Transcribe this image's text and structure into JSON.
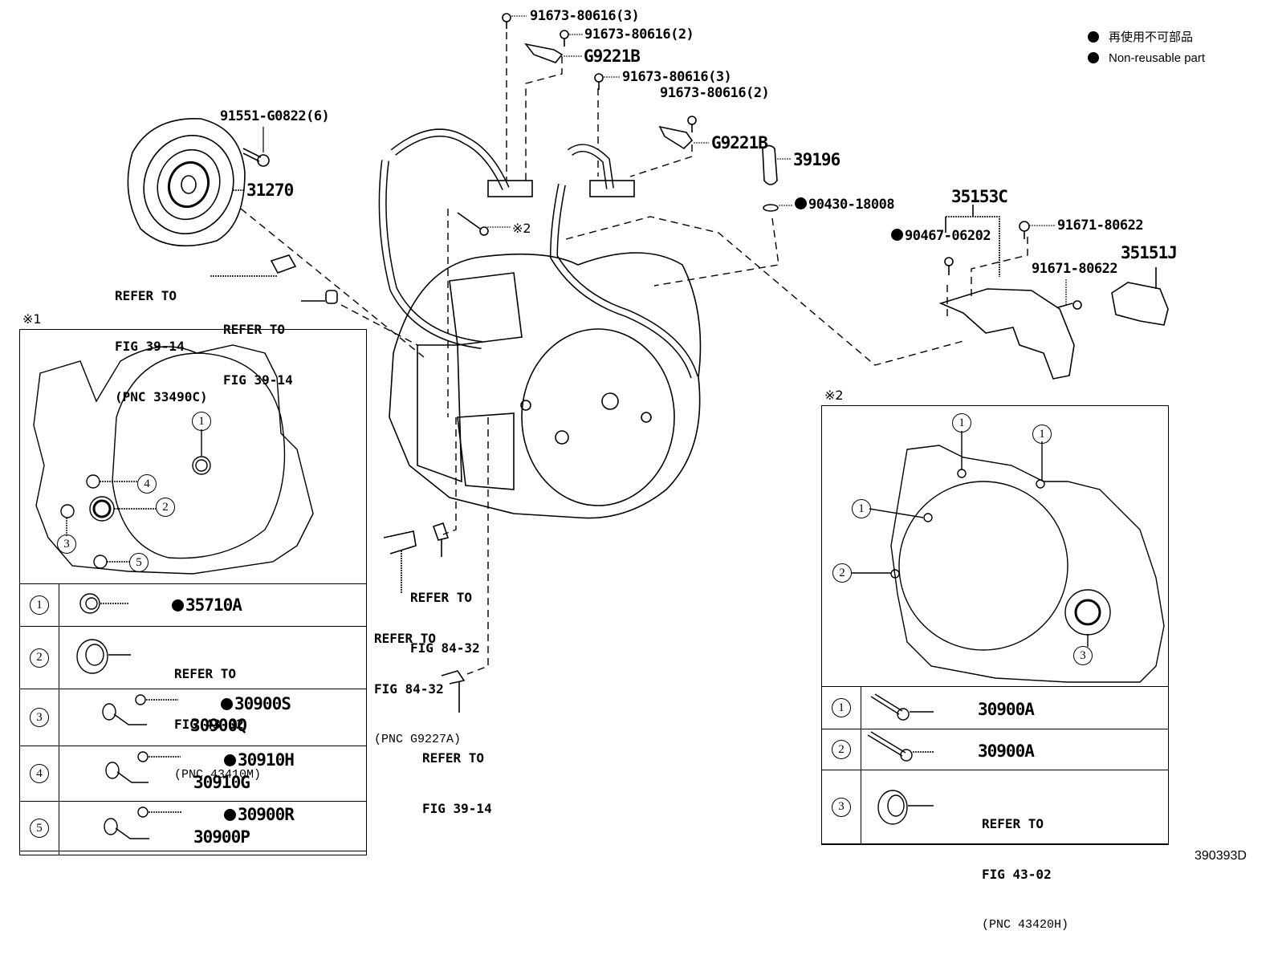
{
  "figure_code": "390393D",
  "legend": {
    "items": [
      {
        "icon": "filled-circle-icon",
        "text": "再使用不可部品"
      },
      {
        "icon": "filled-circle-icon",
        "text": "Non-reusable part"
      }
    ]
  },
  "callouts": {
    "bolt_top_1": "91673-80616(3)",
    "bolt_top_2": "91673-80616(2)",
    "bracket_1": "G9221B",
    "bolt_mid_1": "91673-80616(3)",
    "bolt_mid_2": "91673-80616(2)",
    "bracket_2": "G9221B",
    "sensor": "39196",
    "gasket": "90430-18008",
    "bolt_drive_plate": "91551-G0822(6)",
    "drive_plate": "31270",
    "cover_assy": "35153C",
    "clip": "90467-06202",
    "bolt_cover_1": "91671-80622",
    "bolt_cover_2": "91671-80622",
    "cover_small": "35151J",
    "note_ref_2": "※2"
  },
  "references": {
    "ref_shaft": {
      "line1": "REFER TO",
      "line2": "FIG 39-14",
      "line3": "(PNC 33490C)"
    },
    "ref_plug": {
      "line1": "REFER TO",
      "line2": "FIG 39-14"
    },
    "ref_hose_clip": {
      "line1": "REFER TO",
      "line2": "FIG 84-32"
    },
    "ref_hose": {
      "line1": "REFER TO",
      "line2": "FIG 84-32",
      "line3": "(PNC G9227A)"
    },
    "ref_bottom": {
      "line1": "REFER TO",
      "line2": "FIG 39-14"
    }
  },
  "inset1": {
    "title": "※1",
    "markers": [
      "1",
      "2",
      "3",
      "4",
      "5"
    ],
    "rows": [
      {
        "num": "1",
        "parts": [
          {
            "code": "35710A",
            "non_reusable": true
          }
        ]
      },
      {
        "num": "2",
        "refer": {
          "line1": "REFER TO",
          "line2": "FIG 43-02",
          "line3": "(PNC 43410M)"
        }
      },
      {
        "num": "3",
        "parts": [
          {
            "code": "30900S",
            "non_reusable": true
          },
          {
            "code": "30900Q",
            "non_reusable": false
          }
        ]
      },
      {
        "num": "4",
        "parts": [
          {
            "code": "30910H",
            "non_reusable": true
          },
          {
            "code": "30910G",
            "non_reusable": false
          }
        ]
      },
      {
        "num": "5",
        "parts": [
          {
            "code": "30900R",
            "non_reusable": true
          },
          {
            "code": "30900P",
            "non_reusable": false
          }
        ]
      }
    ]
  },
  "inset2": {
    "title": "※2",
    "markers": [
      "1",
      "1",
      "1",
      "2",
      "3"
    ],
    "rows": [
      {
        "num": "1",
        "parts": [
          {
            "code": "30900A",
            "non_reusable": false
          }
        ]
      },
      {
        "num": "2",
        "parts": [
          {
            "code": "30900A",
            "non_reusable": false
          }
        ]
      },
      {
        "num": "3",
        "refer": {
          "line1": "REFER TO",
          "line2": "FIG 43-02",
          "line3": "(PNC 43420H)"
        }
      }
    ]
  }
}
